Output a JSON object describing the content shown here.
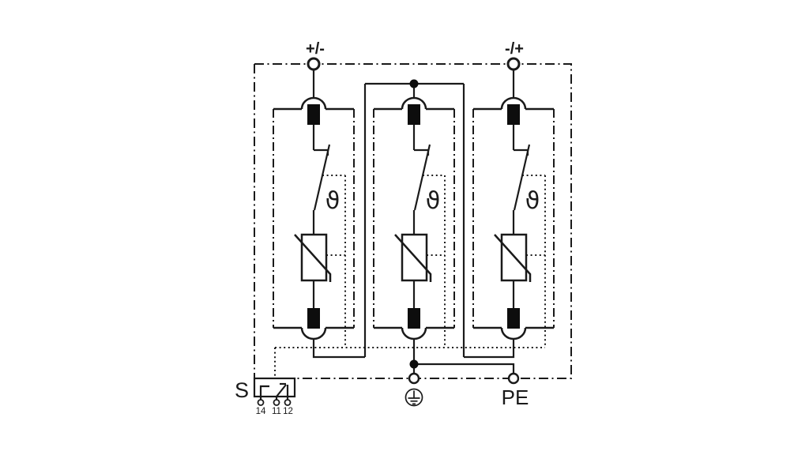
{
  "diagram": {
    "name": "surge-arrester-basic-circuit-diagram",
    "colors": {
      "line": "#1a1a1a",
      "background": "#ffffff"
    },
    "terminals": {
      "input_left_label": "+/-",
      "input_right_label": "-/+",
      "earth_label": "PE",
      "remote_signalling_label": "S",
      "contact_numbers": [
        "14",
        "11",
        "12"
      ]
    },
    "modules": [
      {
        "name": "protection-module-1",
        "thermal_symbol": "ϑ"
      },
      {
        "name": "protection-module-2",
        "thermal_symbol": "ϑ"
      },
      {
        "name": "protection-module-3",
        "thermal_symbol": "ϑ"
      }
    ],
    "icons": {
      "earth": "protective-earth-icon",
      "input_terminal": "terminal-circle-icon",
      "junction": "junction-dot-icon",
      "varistor": "varistor-symbol-icon",
      "thermal_switch": "thermal-disconnector-icon",
      "plug_contact": "plug-in-contact-icon",
      "remote_contact": "changeover-contact-icon"
    }
  }
}
